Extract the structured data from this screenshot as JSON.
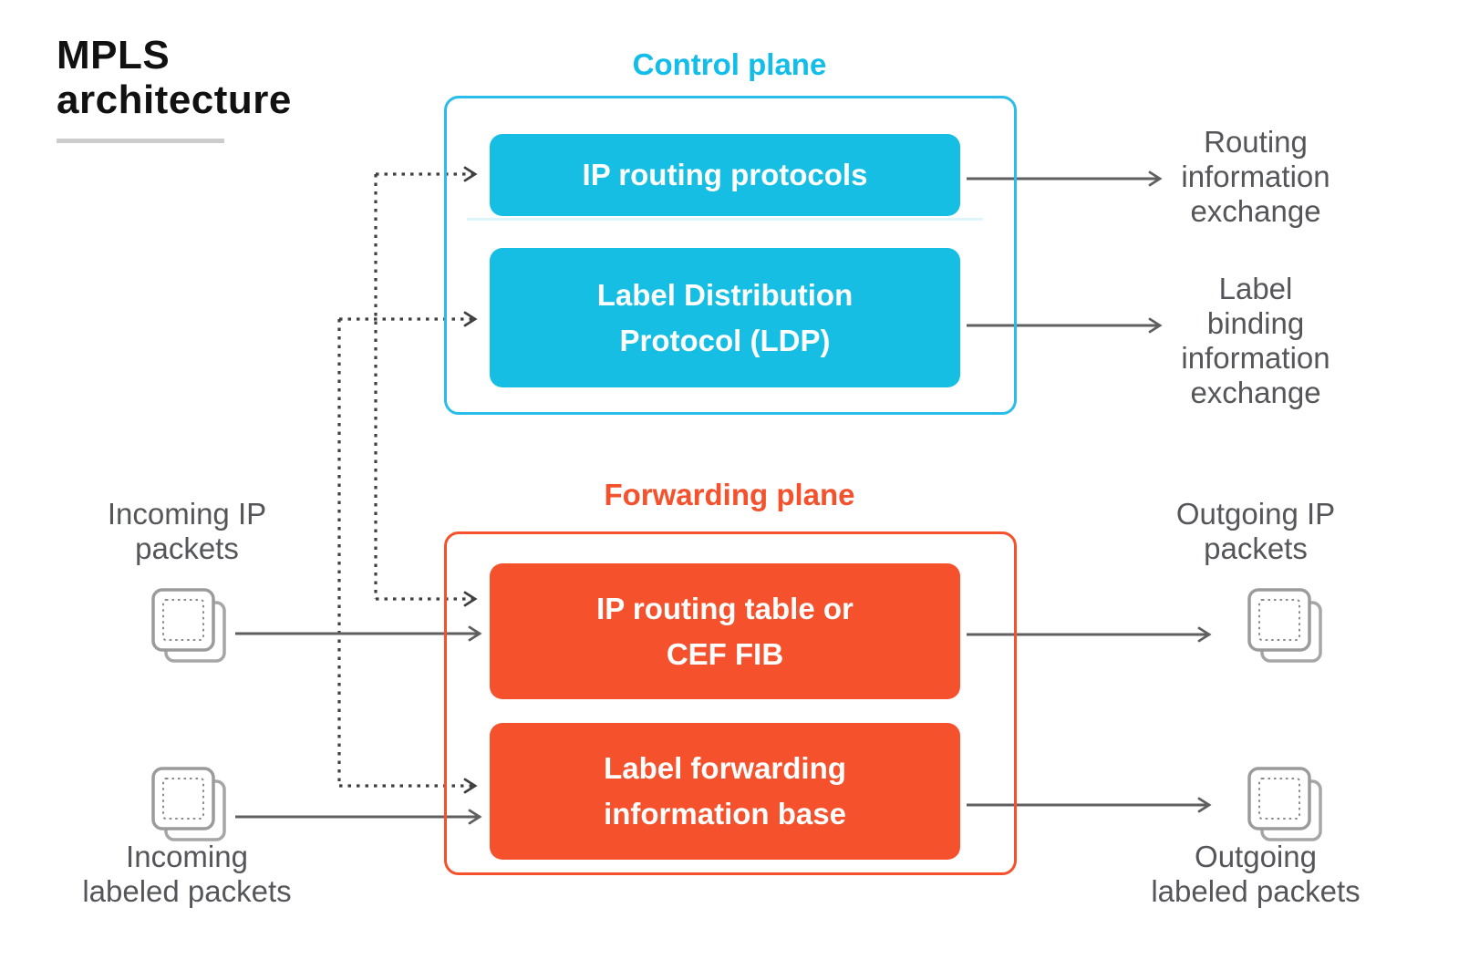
{
  "title": {
    "lines": [
      "MPLS",
      "architecture"
    ]
  },
  "colors": {
    "cyan_fill": "#16bee3",
    "cyan_border": "#2bbde9",
    "cyan_heading": "#12bde9",
    "orange_fill": "#f4512c",
    "orange_border": "#f4512c",
    "gray_text": "#55565a",
    "solid_line_gray": "#5f5f5f",
    "dotted_line_gray": "#3f3f3f",
    "icon_gray": "#9b9b9b",
    "title_black": "#111111",
    "underline_gray": "#cccccc"
  },
  "control_plane": {
    "label": "Control plane",
    "boxes": [
      {
        "lines": [
          "IP routing protocols"
        ]
      },
      {
        "lines": [
          "Label Distribution",
          "Protocol (LDP)"
        ]
      }
    ]
  },
  "forwarding_plane": {
    "label": "Forwarding plane",
    "boxes": [
      {
        "lines": [
          "IP routing table or",
          "CEF FIB"
        ]
      },
      {
        "lines": [
          "Label forwarding",
          "information base"
        ]
      }
    ]
  },
  "right_annotations": [
    {
      "lines": [
        "Routing",
        "information",
        "exchange"
      ]
    },
    {
      "lines": [
        "Label",
        "binding",
        "information",
        "exchange"
      ]
    }
  ],
  "packet_labels": {
    "incoming_ip": {
      "lines": [
        "Incoming IP",
        "packets"
      ]
    },
    "incoming_labeled": {
      "lines": [
        "Incoming",
        "labeled packets"
      ]
    },
    "outgoing_ip": {
      "lines": [
        "Outgoing IP",
        "packets"
      ]
    },
    "outgoing_labeled": {
      "lines": [
        "Outgoing",
        "labeled packets"
      ]
    }
  },
  "icons": {
    "packet": "stacked-packet-icon"
  }
}
